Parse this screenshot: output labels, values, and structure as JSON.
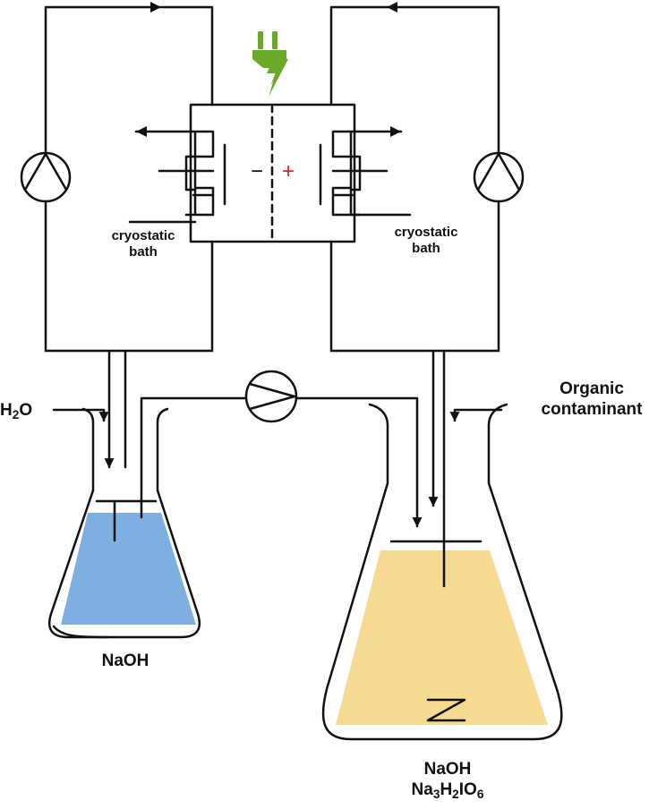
{
  "colors": {
    "line": "#111111",
    "naoh_solution": "#7fafe0",
    "periodate_solution": "#f6da91",
    "power_icon": "#6aaa2a",
    "positive_sign": "#e0261f"
  },
  "icons": {
    "power": "plug-lightning-icon",
    "stir_bar": "stir-bar-icon"
  },
  "labels": {
    "cryo_left": [
      "cryostatic",
      "bath"
    ],
    "cryo_right": [
      "cryostatic",
      "bath"
    ],
    "water": {
      "main": "H",
      "sub": "2",
      "tail": "O"
    },
    "organic": [
      "Organic",
      "contaminant"
    ],
    "naoh_left": "NaOH",
    "naoh_right": "NaOH",
    "periodate": {
      "p1": "Na",
      "s1": "3",
      "p2": "H",
      "s2": "2",
      "p3": "IO",
      "s3": "6"
    }
  },
  "cell": {
    "negative": "−",
    "positive": "+"
  }
}
